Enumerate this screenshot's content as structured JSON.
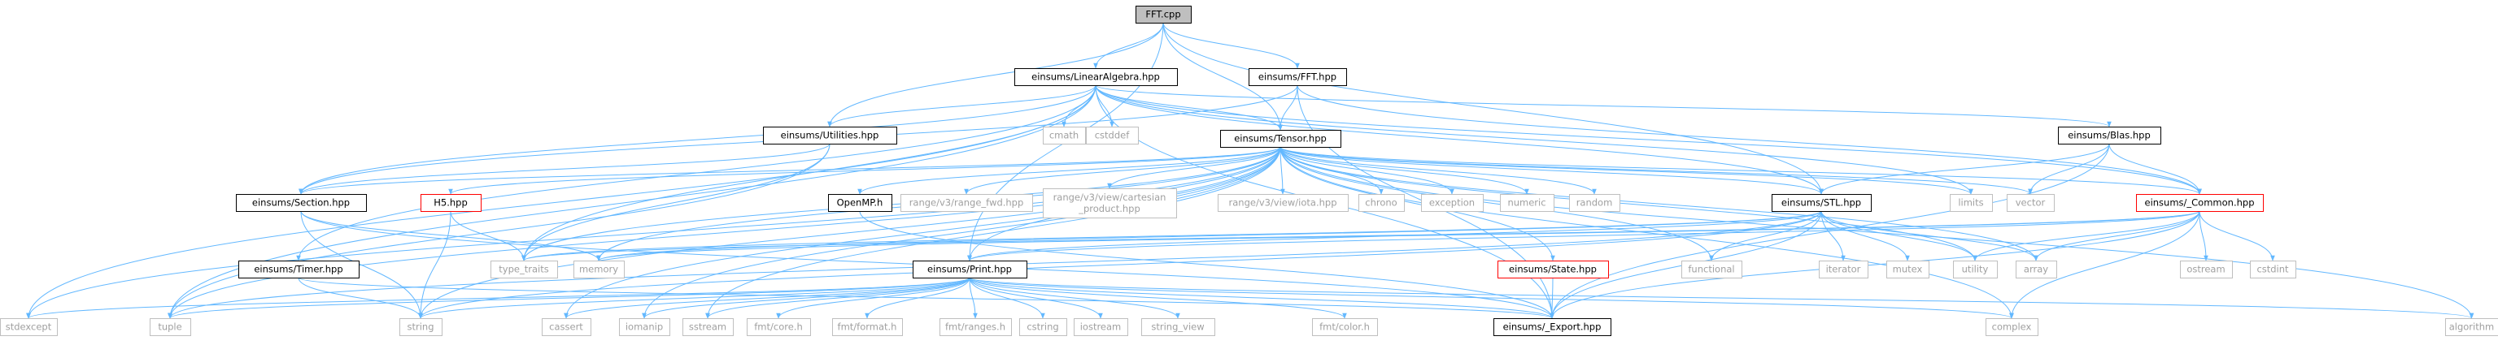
{
  "diagram": {
    "nodes": [
      {
        "id": "fft_cpp",
        "label": "FFT.cpp",
        "kind": "root"
      },
      {
        "id": "linear_algebra",
        "label": "einsums/LinearAlgebra.hpp",
        "kind": "header"
      },
      {
        "id": "fft_hpp",
        "label": "einsums/FFT.hpp",
        "kind": "header"
      },
      {
        "id": "utilities",
        "label": "einsums/Utilities.hpp",
        "kind": "header"
      },
      {
        "id": "cmath",
        "label": "cmath",
        "kind": "system"
      },
      {
        "id": "cstddef",
        "label": "cstddef",
        "kind": "system"
      },
      {
        "id": "tensor",
        "label": "einsums/Tensor.hpp",
        "kind": "header"
      },
      {
        "id": "blas",
        "label": "einsums/Blas.hpp",
        "kind": "header"
      },
      {
        "id": "section",
        "label": "einsums/Section.hpp",
        "kind": "header"
      },
      {
        "id": "h5",
        "label": "H5.hpp",
        "kind": "missing"
      },
      {
        "id": "openmp",
        "label": "OpenMP.h",
        "kind": "header"
      },
      {
        "id": "range_fwd",
        "label": "range/v3/range_fwd.hpp",
        "kind": "system"
      },
      {
        "id": "range_cartesian",
        "label": "range/v3/view/cartesian\n_product.hpp",
        "kind": "system"
      },
      {
        "id": "range_iota",
        "label": "range/v3/view/iota.hpp",
        "kind": "system"
      },
      {
        "id": "chrono",
        "label": "chrono",
        "kind": "system"
      },
      {
        "id": "exception",
        "label": "exception",
        "kind": "system"
      },
      {
        "id": "numeric",
        "label": "numeric",
        "kind": "system"
      },
      {
        "id": "random",
        "label": "random",
        "kind": "system"
      },
      {
        "id": "stl",
        "label": "einsums/STL.hpp",
        "kind": "header"
      },
      {
        "id": "limits",
        "label": "limits",
        "kind": "system"
      },
      {
        "id": "vector",
        "label": "vector",
        "kind": "system"
      },
      {
        "id": "common",
        "label": "einsums/_Common.hpp",
        "kind": "missing"
      },
      {
        "id": "timer",
        "label": "einsums/Timer.hpp",
        "kind": "header"
      },
      {
        "id": "type_traits",
        "label": "type_traits",
        "kind": "system"
      },
      {
        "id": "memory",
        "label": "memory",
        "kind": "system"
      },
      {
        "id": "print",
        "label": "einsums/Print.hpp",
        "kind": "header"
      },
      {
        "id": "state",
        "label": "einsums/State.hpp",
        "kind": "missing"
      },
      {
        "id": "functional",
        "label": "functional",
        "kind": "system"
      },
      {
        "id": "iterator",
        "label": "iterator",
        "kind": "system"
      },
      {
        "id": "mutex",
        "label": "mutex",
        "kind": "system"
      },
      {
        "id": "utility",
        "label": "utility",
        "kind": "system"
      },
      {
        "id": "array",
        "label": "array",
        "kind": "system"
      },
      {
        "id": "ostream",
        "label": "ostream",
        "kind": "system"
      },
      {
        "id": "cstdint",
        "label": "cstdint",
        "kind": "system"
      },
      {
        "id": "stdexcept",
        "label": "stdexcept",
        "kind": "system"
      },
      {
        "id": "tuple",
        "label": "tuple",
        "kind": "system"
      },
      {
        "id": "string",
        "label": "string",
        "kind": "system"
      },
      {
        "id": "cassert",
        "label": "cassert",
        "kind": "system"
      },
      {
        "id": "iomanip",
        "label": "iomanip",
        "kind": "system"
      },
      {
        "id": "sstream",
        "label": "sstream",
        "kind": "system"
      },
      {
        "id": "fmt_core",
        "label": "fmt/core.h",
        "kind": "system"
      },
      {
        "id": "fmt_format",
        "label": "fmt/format.h",
        "kind": "system"
      },
      {
        "id": "fmt_ranges",
        "label": "fmt/ranges.h",
        "kind": "system"
      },
      {
        "id": "cstring",
        "label": "cstring",
        "kind": "system"
      },
      {
        "id": "iostream",
        "label": "iostream",
        "kind": "system"
      },
      {
        "id": "string_view",
        "label": "string_view",
        "kind": "system"
      },
      {
        "id": "fmt_color",
        "label": "fmt/color.h",
        "kind": "system"
      },
      {
        "id": "export",
        "label": "einsums/_Export.hpp",
        "kind": "header"
      },
      {
        "id": "complex",
        "label": "complex",
        "kind": "system"
      },
      {
        "id": "algorithm",
        "label": "algorithm",
        "kind": "system"
      }
    ],
    "edges": [
      [
        "fft_cpp",
        "linear_algebra"
      ],
      [
        "fft_cpp",
        "fft_hpp"
      ],
      [
        "fft_cpp",
        "utilities"
      ],
      [
        "fft_cpp",
        "tensor"
      ],
      [
        "fft_cpp",
        "stl"
      ],
      [
        "fft_cpp",
        "print"
      ],
      [
        "linear_algebra",
        "utilities"
      ],
      [
        "linear_algebra",
        "cmath"
      ],
      [
        "linear_algebra",
        "cstddef"
      ],
      [
        "linear_algebra",
        "tensor"
      ],
      [
        "linear_algebra",
        "blas"
      ],
      [
        "linear_algebra",
        "section"
      ],
      [
        "linear_algebra",
        "timer"
      ],
      [
        "linear_algebra",
        "stl"
      ],
      [
        "linear_algebra",
        "common"
      ],
      [
        "linear_algebra",
        "limits"
      ],
      [
        "linear_algebra",
        "stdexcept"
      ],
      [
        "linear_algebra",
        "tuple"
      ],
      [
        "linear_algebra",
        "type_traits"
      ],
      [
        "linear_algebra",
        "export"
      ],
      [
        "fft_hpp",
        "tensor"
      ],
      [
        "fft_hpp",
        "common"
      ],
      [
        "fft_hpp",
        "export"
      ],
      [
        "fft_hpp",
        "section"
      ],
      [
        "utilities",
        "section"
      ],
      [
        "utilities",
        "type_traits"
      ],
      [
        "utilities",
        "tuple"
      ],
      [
        "tensor",
        "section"
      ],
      [
        "tensor",
        "h5"
      ],
      [
        "tensor",
        "openmp"
      ],
      [
        "tensor",
        "range_fwd"
      ],
      [
        "tensor",
        "range_cartesian"
      ],
      [
        "tensor",
        "range_iota"
      ],
      [
        "tensor",
        "chrono"
      ],
      [
        "tensor",
        "exception"
      ],
      [
        "tensor",
        "numeric"
      ],
      [
        "tensor",
        "random"
      ],
      [
        "tensor",
        "stl"
      ],
      [
        "tensor",
        "limits"
      ],
      [
        "tensor",
        "vector"
      ],
      [
        "tensor",
        "common"
      ],
      [
        "tensor",
        "print"
      ],
      [
        "tensor",
        "state"
      ],
      [
        "tensor",
        "functional"
      ],
      [
        "tensor",
        "utility"
      ],
      [
        "tensor",
        "array"
      ],
      [
        "tensor",
        "memory"
      ],
      [
        "tensor",
        "type_traits"
      ],
      [
        "tensor",
        "string"
      ],
      [
        "tensor",
        "cassert"
      ],
      [
        "tensor",
        "iomanip"
      ],
      [
        "tensor",
        "sstream"
      ],
      [
        "tensor",
        "complex"
      ],
      [
        "tensor",
        "stdexcept"
      ],
      [
        "tensor",
        "tuple"
      ],
      [
        "tensor",
        "algorithm"
      ],
      [
        "blas",
        "stl"
      ],
      [
        "blas",
        "vector"
      ],
      [
        "blas",
        "common"
      ],
      [
        "blas",
        "export"
      ],
      [
        "section",
        "memory"
      ],
      [
        "section",
        "string"
      ],
      [
        "section",
        "export"
      ],
      [
        "h5",
        "type_traits"
      ],
      [
        "h5",
        "string"
      ],
      [
        "openmp",
        "export"
      ],
      [
        "stl",
        "functional"
      ],
      [
        "stl",
        "iterator"
      ],
      [
        "stl",
        "mutex"
      ],
      [
        "stl",
        "utility"
      ],
      [
        "stl",
        "array"
      ],
      [
        "stl",
        "type_traits"
      ],
      [
        "stl",
        "memory"
      ],
      [
        "stl",
        "export"
      ],
      [
        "stl",
        "print"
      ],
      [
        "stl",
        "tuple"
      ],
      [
        "stl",
        "string"
      ],
      [
        "common",
        "utility"
      ],
      [
        "common",
        "array"
      ],
      [
        "common",
        "ostream"
      ],
      [
        "common",
        "cstdint"
      ],
      [
        "common",
        "complex"
      ],
      [
        "common",
        "export"
      ],
      [
        "common",
        "type_traits"
      ],
      [
        "common",
        "print"
      ],
      [
        "common",
        "memory"
      ],
      [
        "timer",
        "string"
      ],
      [
        "timer",
        "export"
      ],
      [
        "print",
        "stdexcept"
      ],
      [
        "print",
        "tuple"
      ],
      [
        "print",
        "string"
      ],
      [
        "print",
        "cassert"
      ],
      [
        "print",
        "iomanip"
      ],
      [
        "print",
        "sstream"
      ],
      [
        "print",
        "fmt_core"
      ],
      [
        "print",
        "fmt_format"
      ],
      [
        "print",
        "fmt_ranges"
      ],
      [
        "print",
        "cstring"
      ],
      [
        "print",
        "iostream"
      ],
      [
        "print",
        "string_view"
      ],
      [
        "print",
        "fmt_color"
      ],
      [
        "print",
        "export"
      ],
      [
        "print",
        "complex"
      ],
      [
        "print",
        "algorithm"
      ],
      [
        "state",
        "export"
      ]
    ]
  }
}
